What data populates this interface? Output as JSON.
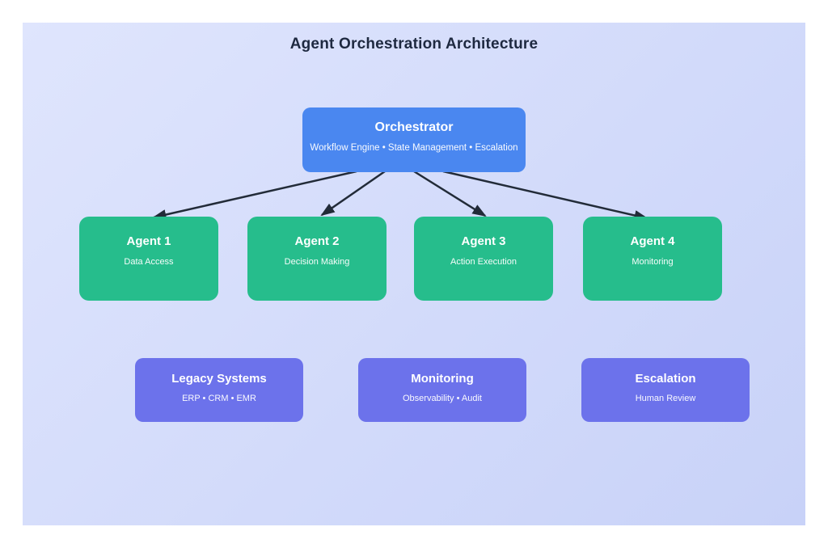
{
  "diagram": {
    "title": "Agent Orchestration Architecture",
    "orchestrator": {
      "title": "Orchestrator",
      "subtitle": "Workflow Engine • State Management • Escalation"
    },
    "agents": [
      {
        "title": "Agent 1",
        "subtitle": "Data Access"
      },
      {
        "title": "Agent 2",
        "subtitle": "Decision Making"
      },
      {
        "title": "Agent 3",
        "subtitle": "Action Execution"
      },
      {
        "title": "Agent 4",
        "subtitle": "Monitoring"
      }
    ],
    "systems": [
      {
        "title": "Legacy Systems",
        "subtitle": "ERP • CRM • EMR"
      },
      {
        "title": "Monitoring",
        "subtitle": "Observability • Audit"
      },
      {
        "title": "Escalation",
        "subtitle": "Human Review"
      }
    ],
    "colors": {
      "canvas_bg_start": "#dfe5fd",
      "canvas_bg_end": "#c8d2f8",
      "orchestrator_fill": "#4a87f0",
      "agent_fill": "#26bd8c",
      "system_fill": "#6c72eb",
      "arrow_color": "#222b38",
      "title_text": "#1e2940",
      "node_text": "#ffffff"
    }
  }
}
